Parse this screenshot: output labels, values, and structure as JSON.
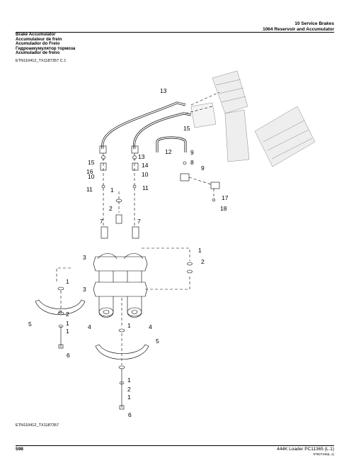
{
  "header": {
    "section": "10 Service Brakes",
    "subsection": "1064 Reservoir and Accumulator"
  },
  "titles": [
    "Brake Accumulator",
    "Accumulateur de frein",
    "Acumulador do Freio",
    "Гидроаккумулятор тормоза",
    "Acumulador de freno"
  ],
  "figure_ref_top": "ETN110412_TX1187357 C.1",
  "figure_ref_bottom": "ETN110412_TX1187357",
  "callouts": [
    "13",
    "15",
    "16",
    "15",
    "13",
    "14",
    "12",
    "8",
    "9",
    "10",
    "10",
    "11",
    "11",
    "1",
    "2",
    "7",
    "7",
    "17",
    "18",
    "3",
    "3",
    "1",
    "2",
    "1",
    "2",
    "5",
    "1",
    "4",
    "4",
    "1",
    "5",
    "1",
    "6",
    "1",
    "2",
    "1",
    "6"
  ],
  "footer": {
    "page": "598",
    "doc": "444K Loader   PC11365   (L.1)",
    "code": "5T827446(L.1)"
  }
}
